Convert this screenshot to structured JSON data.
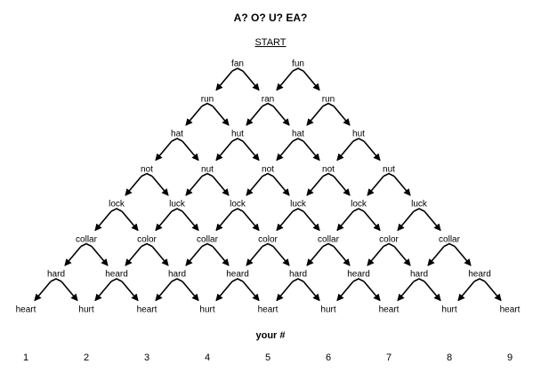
{
  "title": "A? O? U? EA?",
  "start_label": "START",
  "rows": [
    [
      "fan",
      "fun"
    ],
    [
      "run",
      "ran",
      "run"
    ],
    [
      "hat",
      "hut",
      "hat",
      "hut"
    ],
    [
      "not",
      "nut",
      "not",
      "not",
      "nut"
    ],
    [
      "lock",
      "luck",
      "lock",
      "luck",
      "lock",
      "luck"
    ],
    [
      "collar",
      "color",
      "collar",
      "color",
      "collar",
      "color",
      "collar"
    ],
    [
      "hard",
      "heard",
      "hard",
      "heard",
      "hard",
      "heard",
      "hard",
      "heard"
    ],
    [
      "heart",
      "hurt",
      "heart",
      "hurt",
      "heart",
      "hurt",
      "heart",
      "hurt",
      "heart"
    ]
  ],
  "your_number_label": "your #",
  "numbers": [
    "1",
    "2",
    "3",
    "4",
    "5",
    "6",
    "7",
    "8",
    "9"
  ]
}
